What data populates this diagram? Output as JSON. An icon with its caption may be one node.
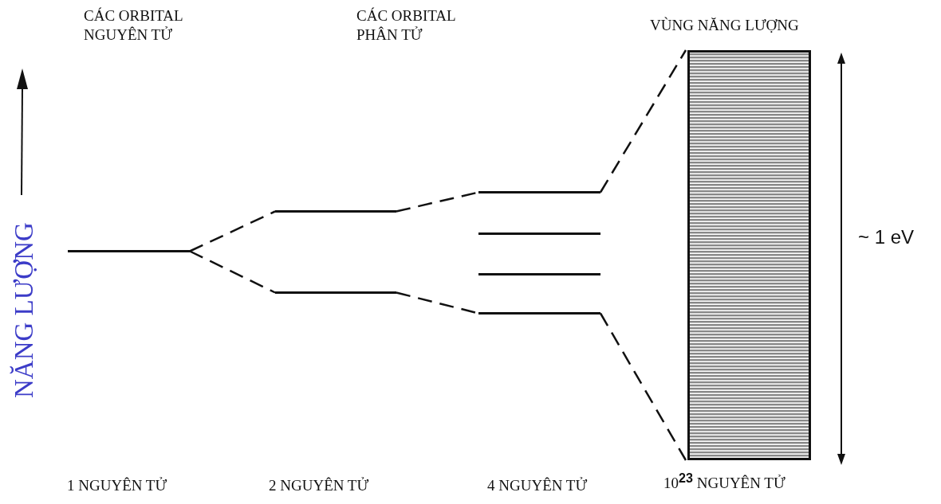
{
  "diagram": {
    "nodes": [
      {
        "text": [],
        "shape": "bar"
      },
      {
        "text": [],
        "shape": "bar"
      },
      {
        "text": [],
        "shape": "bar"
      },
      {
        "text": [],
        "shape": "bar"
      },
      {
        "text": [],
        "shape": "bar"
      },
      {
        "text": [],
        "shape": "bar"
      },
      {
        "text": [],
        "shape": "bar"
      },
      {
        "text": [],
        "shape": "box"
      }
    ],
    "edges": [
      {
        "from": 0,
        "to": 1,
        "arrow": "none",
        "style": "dashed"
      },
      {
        "from": 0,
        "to": 2,
        "arrow": "none",
        "style": "dashed"
      },
      {
        "from": 1,
        "to": 3,
        "arrow": "none",
        "style": "dashed"
      },
      {
        "from": 2,
        "to": 6,
        "arrow": "none",
        "style": "dashed"
      },
      {
        "from": 3,
        "to": 7,
        "arrow": "none",
        "style": "dashed"
      },
      {
        "from": 6,
        "to": 7,
        "arrow": "none",
        "style": "dashed"
      }
    ],
    "labels": [
      "CÁC ORBITAL NGUYÊN TỬ",
      "CÁC ORBITAL PHÂN TỬ",
      "VÙNG NĂNG LƯỢNG",
      "NĂNG LƯỢNG",
      "~ 1 eV",
      "1 NGUYÊN TỬ",
      "2 NGUYÊN TỬ",
      "4 NGUYÊN TỬ",
      "10$^{23}$ NGUYÊN TỬ"
    ]
  }
}
